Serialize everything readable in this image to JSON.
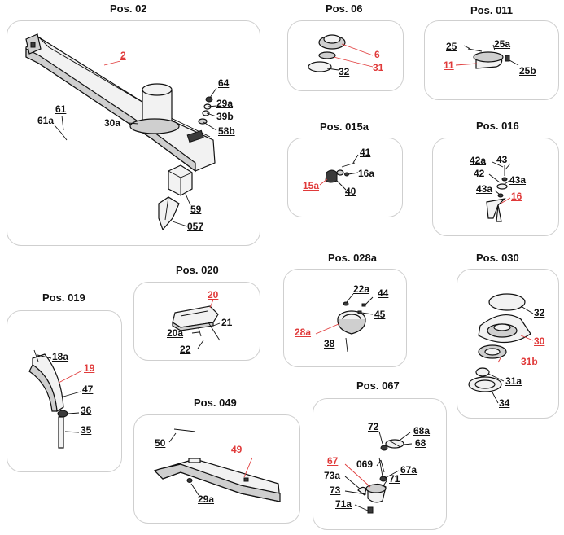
{
  "panels": [
    {
      "id": "pos02",
      "title": "Pos. 02",
      "labels": [
        {
          "text": "2",
          "red": true
        },
        {
          "text": "64",
          "red": false
        },
        {
          "text": "29a",
          "red": false
        },
        {
          "text": "39b",
          "red": false
        },
        {
          "text": "58b",
          "red": false
        },
        {
          "text": "61",
          "red": false
        },
        {
          "text": "61a",
          "red": false
        },
        {
          "text": "30a",
          "red": false
        },
        {
          "text": "59",
          "red": false
        },
        {
          "text": "057",
          "red": false
        }
      ]
    },
    {
      "id": "pos06",
      "title": "Pos. 06",
      "labels": [
        {
          "text": "6",
          "red": true
        },
        {
          "text": "31",
          "red": true
        },
        {
          "text": "32",
          "red": false
        }
      ]
    },
    {
      "id": "pos011",
      "title": "Pos. 011",
      "labels": [
        {
          "text": "25",
          "red": false
        },
        {
          "text": "25a",
          "red": false
        },
        {
          "text": "11",
          "red": true
        },
        {
          "text": "25b",
          "red": false
        }
      ]
    },
    {
      "id": "pos015a",
      "title": "Pos. 015a",
      "labels": [
        {
          "text": "41",
          "red": false
        },
        {
          "text": "16a",
          "red": false
        },
        {
          "text": "15a",
          "red": true
        },
        {
          "text": "40",
          "red": false
        }
      ]
    },
    {
      "id": "pos016",
      "title": "Pos. 016",
      "labels": [
        {
          "text": "42a",
          "red": false
        },
        {
          "text": "43",
          "red": false
        },
        {
          "text": "42",
          "red": false
        },
        {
          "text": "43a",
          "red": false
        },
        {
          "text": "43a",
          "red": false
        },
        {
          "text": "16",
          "red": true
        }
      ]
    },
    {
      "id": "pos019",
      "title": "Pos. 019",
      "labels": [
        {
          "text": "18a",
          "red": false
        },
        {
          "text": "19",
          "red": true
        },
        {
          "text": "47",
          "red": false
        },
        {
          "text": "36",
          "red": false
        },
        {
          "text": "35",
          "red": false
        }
      ]
    },
    {
      "id": "pos020",
      "title": "Pos. 020",
      "labels": [
        {
          "text": "20",
          "red": true
        },
        {
          "text": "21",
          "red": false
        },
        {
          "text": "20a",
          "red": false
        },
        {
          "text": "22",
          "red": false
        }
      ]
    },
    {
      "id": "pos028a",
      "title": "Pos. 028a",
      "labels": [
        {
          "text": "22a",
          "red": false
        },
        {
          "text": "44",
          "red": false
        },
        {
          "text": "45",
          "red": false
        },
        {
          "text": "28a",
          "red": true
        },
        {
          "text": "38",
          "red": false
        }
      ]
    },
    {
      "id": "pos030",
      "title": "Pos. 030",
      "labels": [
        {
          "text": "32",
          "red": false
        },
        {
          "text": "30",
          "red": true
        },
        {
          "text": "31b",
          "red": true
        },
        {
          "text": "31a",
          "red": false
        },
        {
          "text": "34",
          "red": false
        }
      ]
    },
    {
      "id": "pos049",
      "title": "Pos. 049",
      "labels": [
        {
          "text": "50",
          "red": false
        },
        {
          "text": "49",
          "red": true
        },
        {
          "text": "29a",
          "red": false
        }
      ]
    },
    {
      "id": "pos067",
      "title": "Pos. 067",
      "labels": [
        {
          "text": "72",
          "red": false
        },
        {
          "text": "68a",
          "red": false
        },
        {
          "text": "68",
          "red": false
        },
        {
          "text": "67",
          "red": true
        },
        {
          "text": "069",
          "red": false
        },
        {
          "text": "67a",
          "red": false
        },
        {
          "text": "73a",
          "red": false
        },
        {
          "text": "71",
          "red": false
        },
        {
          "text": "73",
          "red": false
        },
        {
          "text": "71a",
          "red": false
        }
      ]
    }
  ]
}
